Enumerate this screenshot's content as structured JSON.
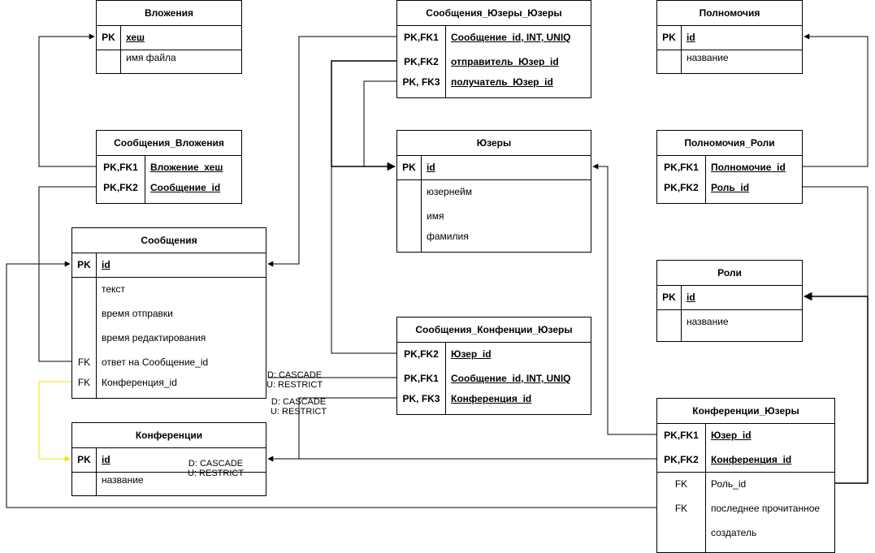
{
  "entities": {
    "vlozheniya": {
      "title": "Вложения",
      "rows": [
        {
          "key": "PK",
          "field": "хеш"
        },
        {
          "key": "",
          "field": "имя файла"
        }
      ]
    },
    "soobsheniya_yuzery_yuzery": {
      "title": "Сообщения_Юзеры_Юзеры",
      "rows": [
        {
          "key": "PK,FK1",
          "field": "Сообщение_id, INT, UNIQ"
        },
        {
          "key": "PK,FK2",
          "field": "отправитель_Юзер_id"
        },
        {
          "key": "PK, FK3",
          "field": "получатель_Юзер_id"
        }
      ]
    },
    "polnomochiya": {
      "title": "Полномочия",
      "rows": [
        {
          "key": "PK",
          "field": "id"
        },
        {
          "key": "",
          "field": "название"
        }
      ]
    },
    "soobsheniya_vlozheniya": {
      "title": "Сообщения_Вложения",
      "rows": [
        {
          "key": "PK,FK1",
          "field": "Вложение_хеш"
        },
        {
          "key": "PK,FK2",
          "field": "Сообщение_id"
        }
      ]
    },
    "yuzery": {
      "title": "Юзеры",
      "rows": [
        {
          "key": "PK",
          "field": "id"
        },
        {
          "key": "",
          "field": "юзернейм"
        },
        {
          "key": "",
          "field": "имя"
        },
        {
          "key": "",
          "field": "фамилия"
        }
      ]
    },
    "polnomochiya_roli": {
      "title": "Полномочия_Роли",
      "rows": [
        {
          "key": "PK,FK1",
          "field": "Полномочие_id"
        },
        {
          "key": "PK,FK2",
          "field": "Роль_id"
        }
      ]
    },
    "soobsheniya": {
      "title": "Сообщения",
      "rows": [
        {
          "key": "PK",
          "field": "id"
        },
        {
          "key": "",
          "field": "текст"
        },
        {
          "key": "",
          "field": "время отправки"
        },
        {
          "key": "",
          "field": "время редактирования"
        },
        {
          "key": "FK",
          "field": "ответ на Сообщение_id"
        },
        {
          "key": "FK",
          "field": "Конференция_id"
        }
      ]
    },
    "roli": {
      "title": "Роли",
      "rows": [
        {
          "key": "PK",
          "field": "id"
        },
        {
          "key": "",
          "field": "название"
        }
      ]
    },
    "soobsheniya_konferencii_yuzery": {
      "title": "Сообщения_Конфенции_Юзеры",
      "rows": [
        {
          "key": "PK,FK2",
          "field": "Юзер_id"
        },
        {
          "key": "PK,FK1",
          "field": "Сообщение_id, INT, UNIQ"
        },
        {
          "key": "PK, FK3",
          "field": "Конференция_id"
        }
      ]
    },
    "konferencii": {
      "title": "Конференции",
      "rows": [
        {
          "key": "PK",
          "field": "id"
        },
        {
          "key": "",
          "field": "название"
        }
      ]
    },
    "konferencii_yuzery": {
      "title": "Конференции_Юзеры",
      "rows": [
        {
          "key": "PK,FK1",
          "field": "Юзер_id"
        },
        {
          "key": "PK,FK2",
          "field": "Конференция_id"
        },
        {
          "key": "FK",
          "field": "Роль_id"
        },
        {
          "key": "FK",
          "field": "последнее прочитанное"
        },
        {
          "key": "",
          "field": "создатель"
        }
      ]
    }
  },
  "edge_labels": {
    "msg_conf_users_to_msg": [
      "D: CASCADE",
      "U: RESTRICT"
    ],
    "msg_conf_users_to_conf": [
      "D: CASCADE",
      "U: RESTRICT"
    ],
    "conf_users_to_conf": [
      "D: CASCADE",
      "U: RESTRICT"
    ]
  },
  "colors": {
    "line": "#000000",
    "highlight_edge": "#f5e400"
  }
}
